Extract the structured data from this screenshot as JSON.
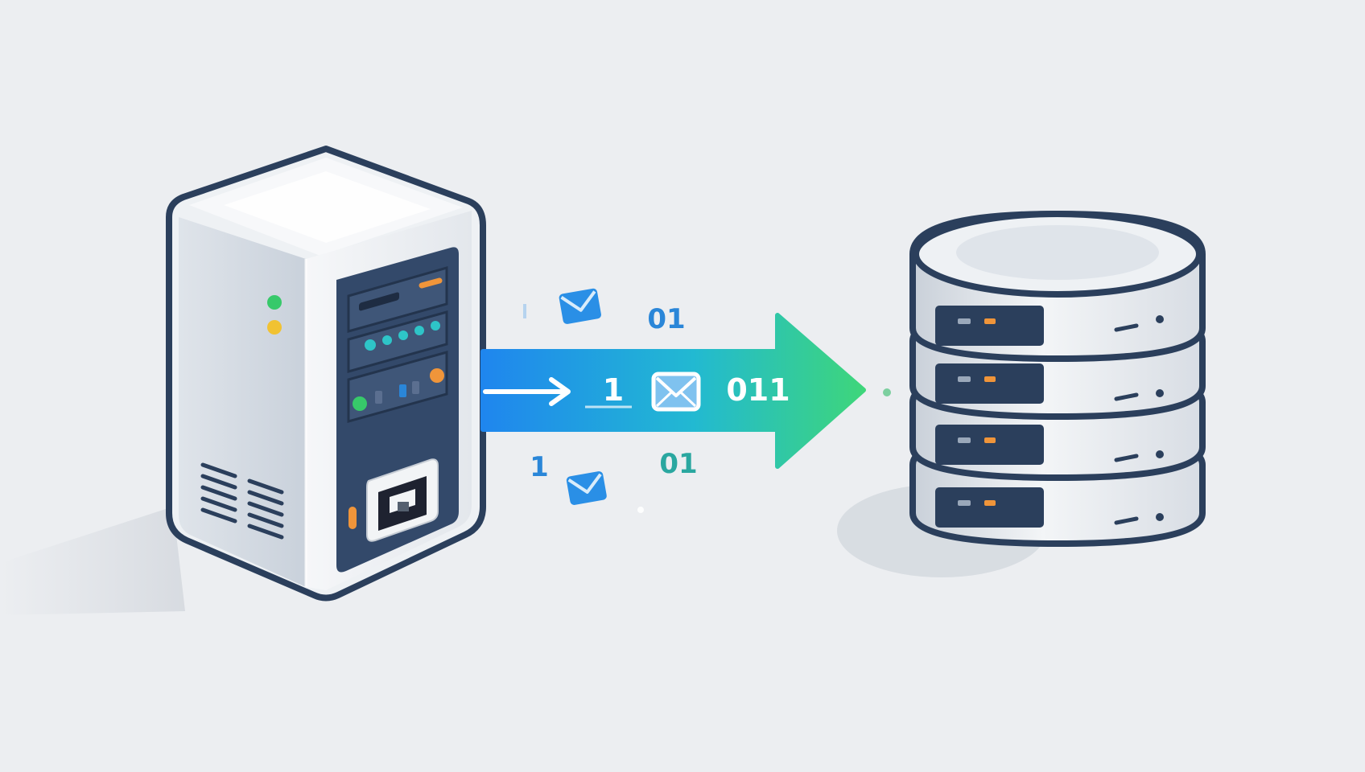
{
  "diagram": {
    "nodes": [
      {
        "id": "source",
        "kind": "server-tower",
        "icon": "server-tower-icon"
      },
      {
        "id": "target",
        "kind": "database-stack",
        "icon": "database-icon",
        "tiers": 4
      }
    ],
    "edges": [
      {
        "from": "source",
        "to": "target",
        "style": "gradient-arrow"
      }
    ],
    "bit_labels": {
      "main_lead": "1",
      "main_trail": "011",
      "upper": "01",
      "lower_left": "1",
      "lower_right": "01"
    },
    "colors": {
      "background": "#eceef1",
      "outline": "#2b3f5c",
      "arrow_start": "#1f86ee",
      "arrow_end": "#3ed67a",
      "bit_blue": "#2a86d8",
      "bit_teal": "#2aa7a0",
      "led_green": "#37c96a",
      "led_yellow": "#f1c232",
      "led_orange": "#f0953a",
      "led_cyan": "#2ec5c8",
      "panel_dark": "#33496a"
    }
  }
}
